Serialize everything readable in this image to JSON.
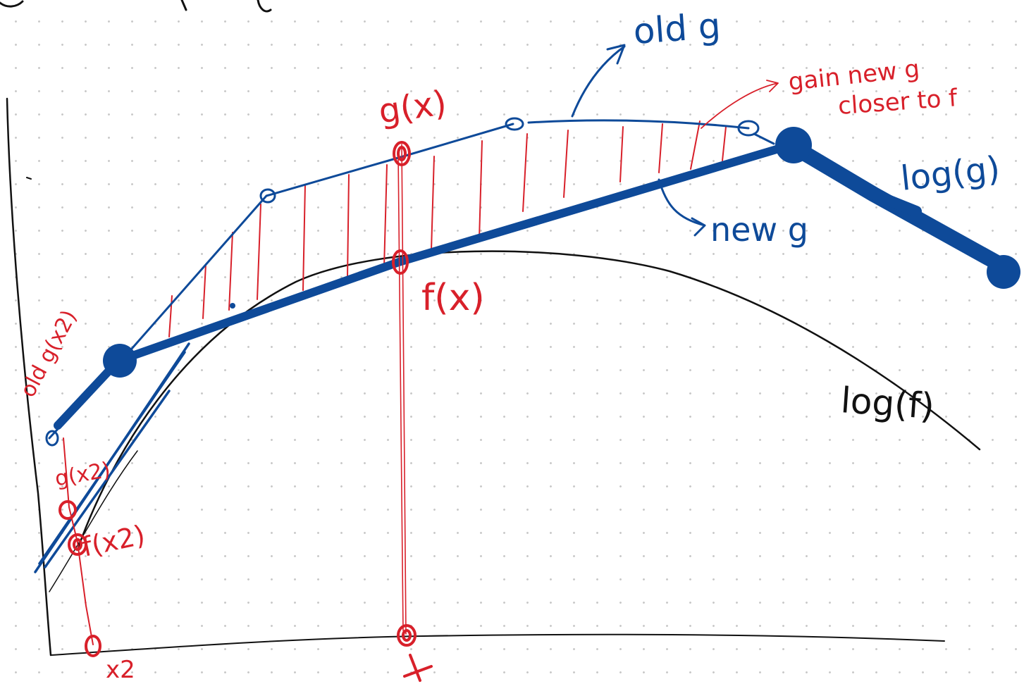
{
  "labels": {
    "old_g": "old g",
    "new_g": "new g",
    "gain_note_line1": "gain new g",
    "gain_note_line2": "closer to f",
    "log_g": "log(g)",
    "log_f": "log(f)",
    "g_at_x": "g(x)",
    "f_at_x": "f(x)",
    "x": "x",
    "x2": "x2",
    "g_at_x2": "g(x2)",
    "f_at_x2": "f(x2)",
    "old_g_at_x2": "old g(x2)"
  },
  "colors": {
    "blue": "#0e4a99",
    "red": "#d8202a",
    "black": "#111111",
    "grid_dot": "#c9c9c9"
  }
}
